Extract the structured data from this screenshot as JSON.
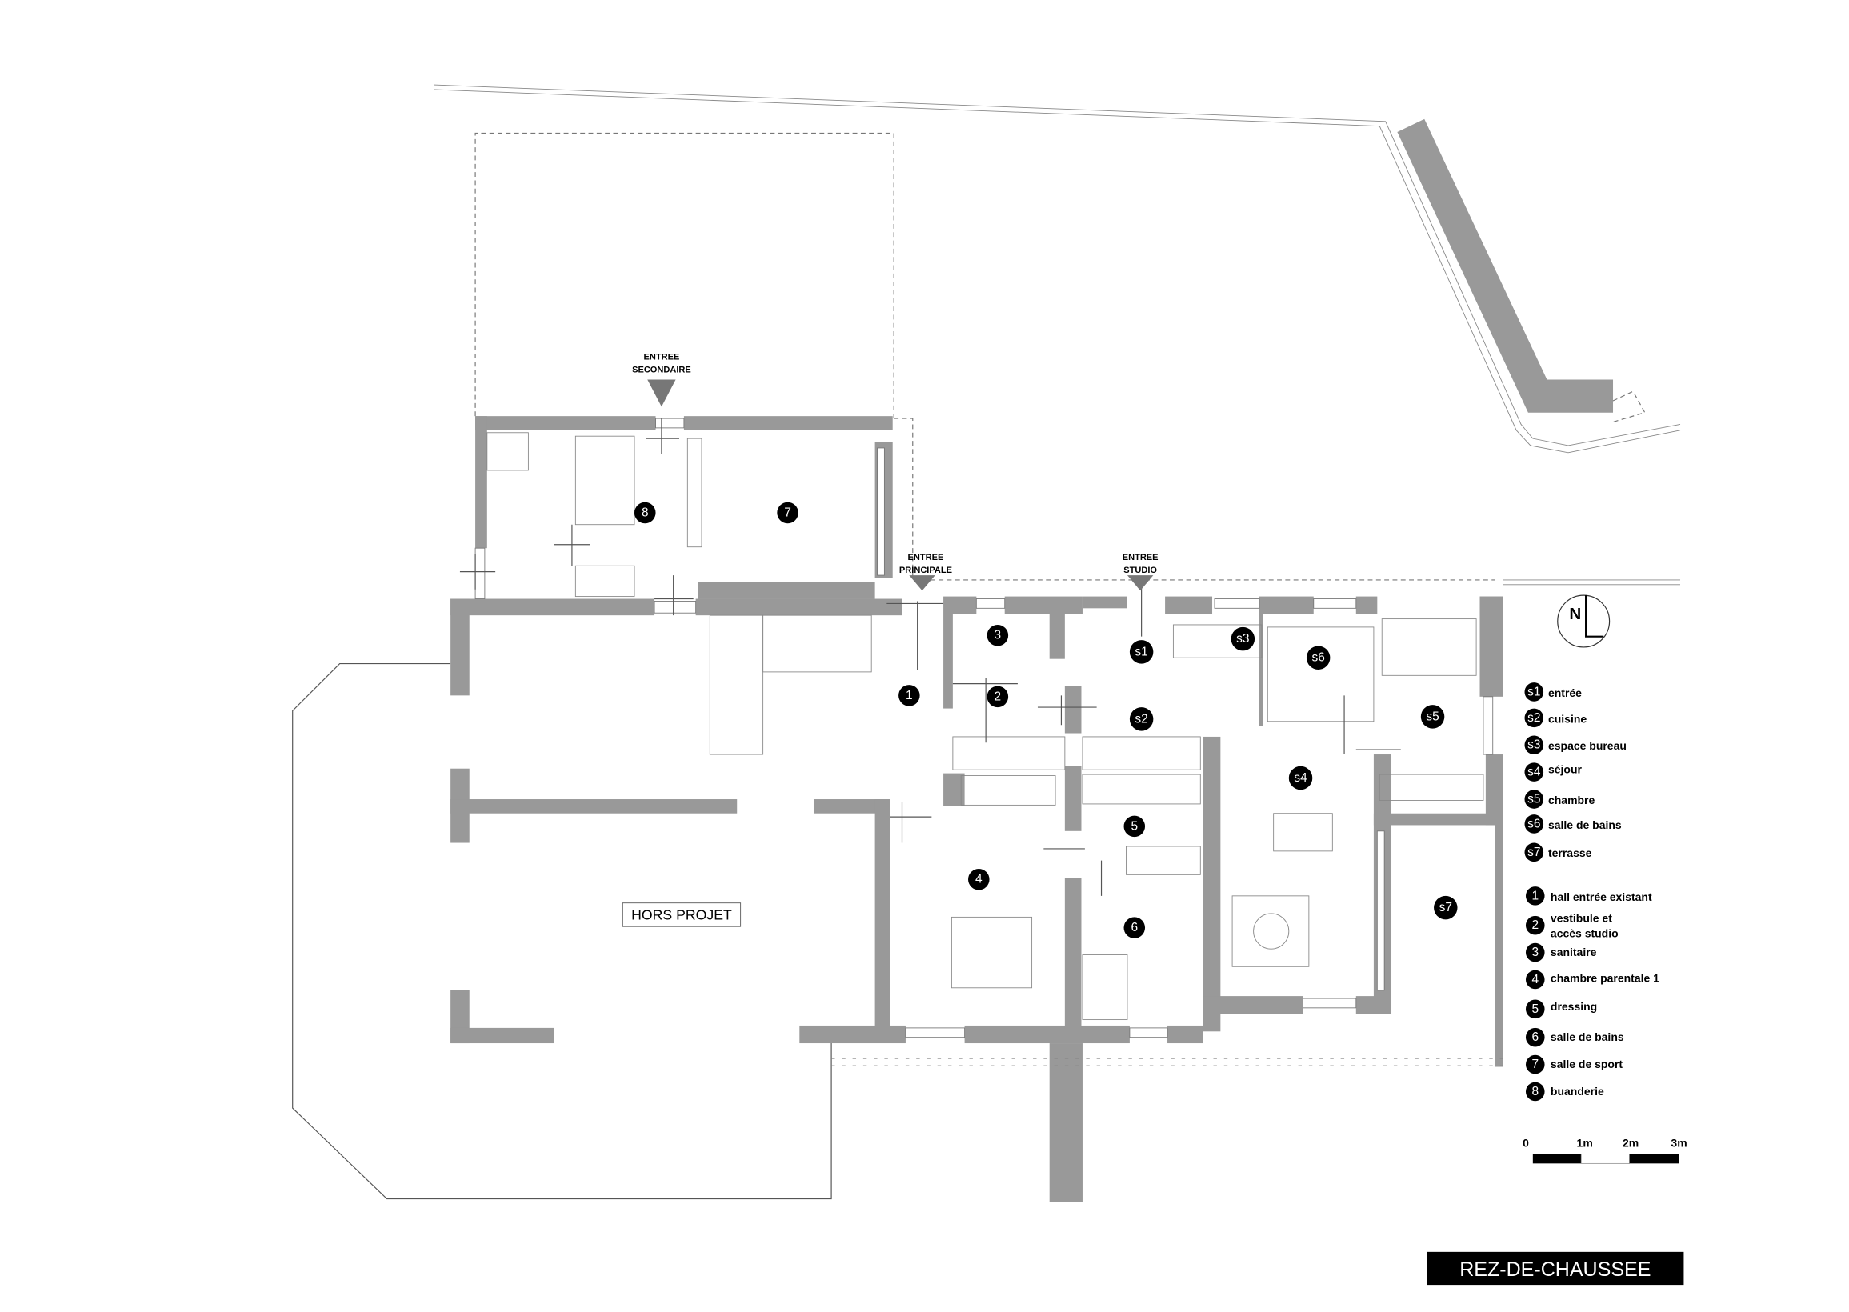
{
  "plan": {
    "title": "REZ-DE-CHAUSSEE",
    "hors_projet": "HORS PROJET",
    "north": "N",
    "entrances": {
      "secondaire": [
        "ENTREE",
        "SECONDAIRE"
      ],
      "principale": [
        "ENTREE",
        "PRINCIPALE"
      ],
      "studio": [
        "ENTREE",
        "STUDIO"
      ]
    },
    "room_markers": [
      "8",
      "7",
      "1",
      "2",
      "3",
      "s1",
      "s3",
      "s6",
      "s5",
      "s2",
      "s4",
      "5",
      "4",
      "6",
      "s7"
    ]
  },
  "legend": {
    "studio": [
      {
        "id": "s1",
        "label": "entrée"
      },
      {
        "id": "s2",
        "label": "cuisine"
      },
      {
        "id": "s3",
        "label": "espace bureau"
      },
      {
        "id": "s4",
        "label": "séjour"
      },
      {
        "id": "s5",
        "label": "chambre"
      },
      {
        "id": "s6",
        "label": "salle de bains"
      },
      {
        "id": "s7",
        "label": "terrasse"
      }
    ],
    "main": [
      {
        "id": "1",
        "label": "hall entrée existant"
      },
      {
        "id": "2",
        "label": "vestibule et",
        "label2": "accès studio"
      },
      {
        "id": "3",
        "label": "sanitaire"
      },
      {
        "id": "4",
        "label": "chambre parentale 1"
      },
      {
        "id": "5",
        "label": "dressing"
      },
      {
        "id": "6",
        "label": "salle de bains"
      },
      {
        "id": "7",
        "label": "salle de sport"
      },
      {
        "id": "8",
        "label": "buanderie"
      }
    ]
  },
  "scale_bar": {
    "labels": [
      "0",
      "1m",
      "2m",
      "3m"
    ]
  },
  "colors": {
    "wall": "#999999",
    "marker": "#000000",
    "title_bg": "#000000"
  }
}
